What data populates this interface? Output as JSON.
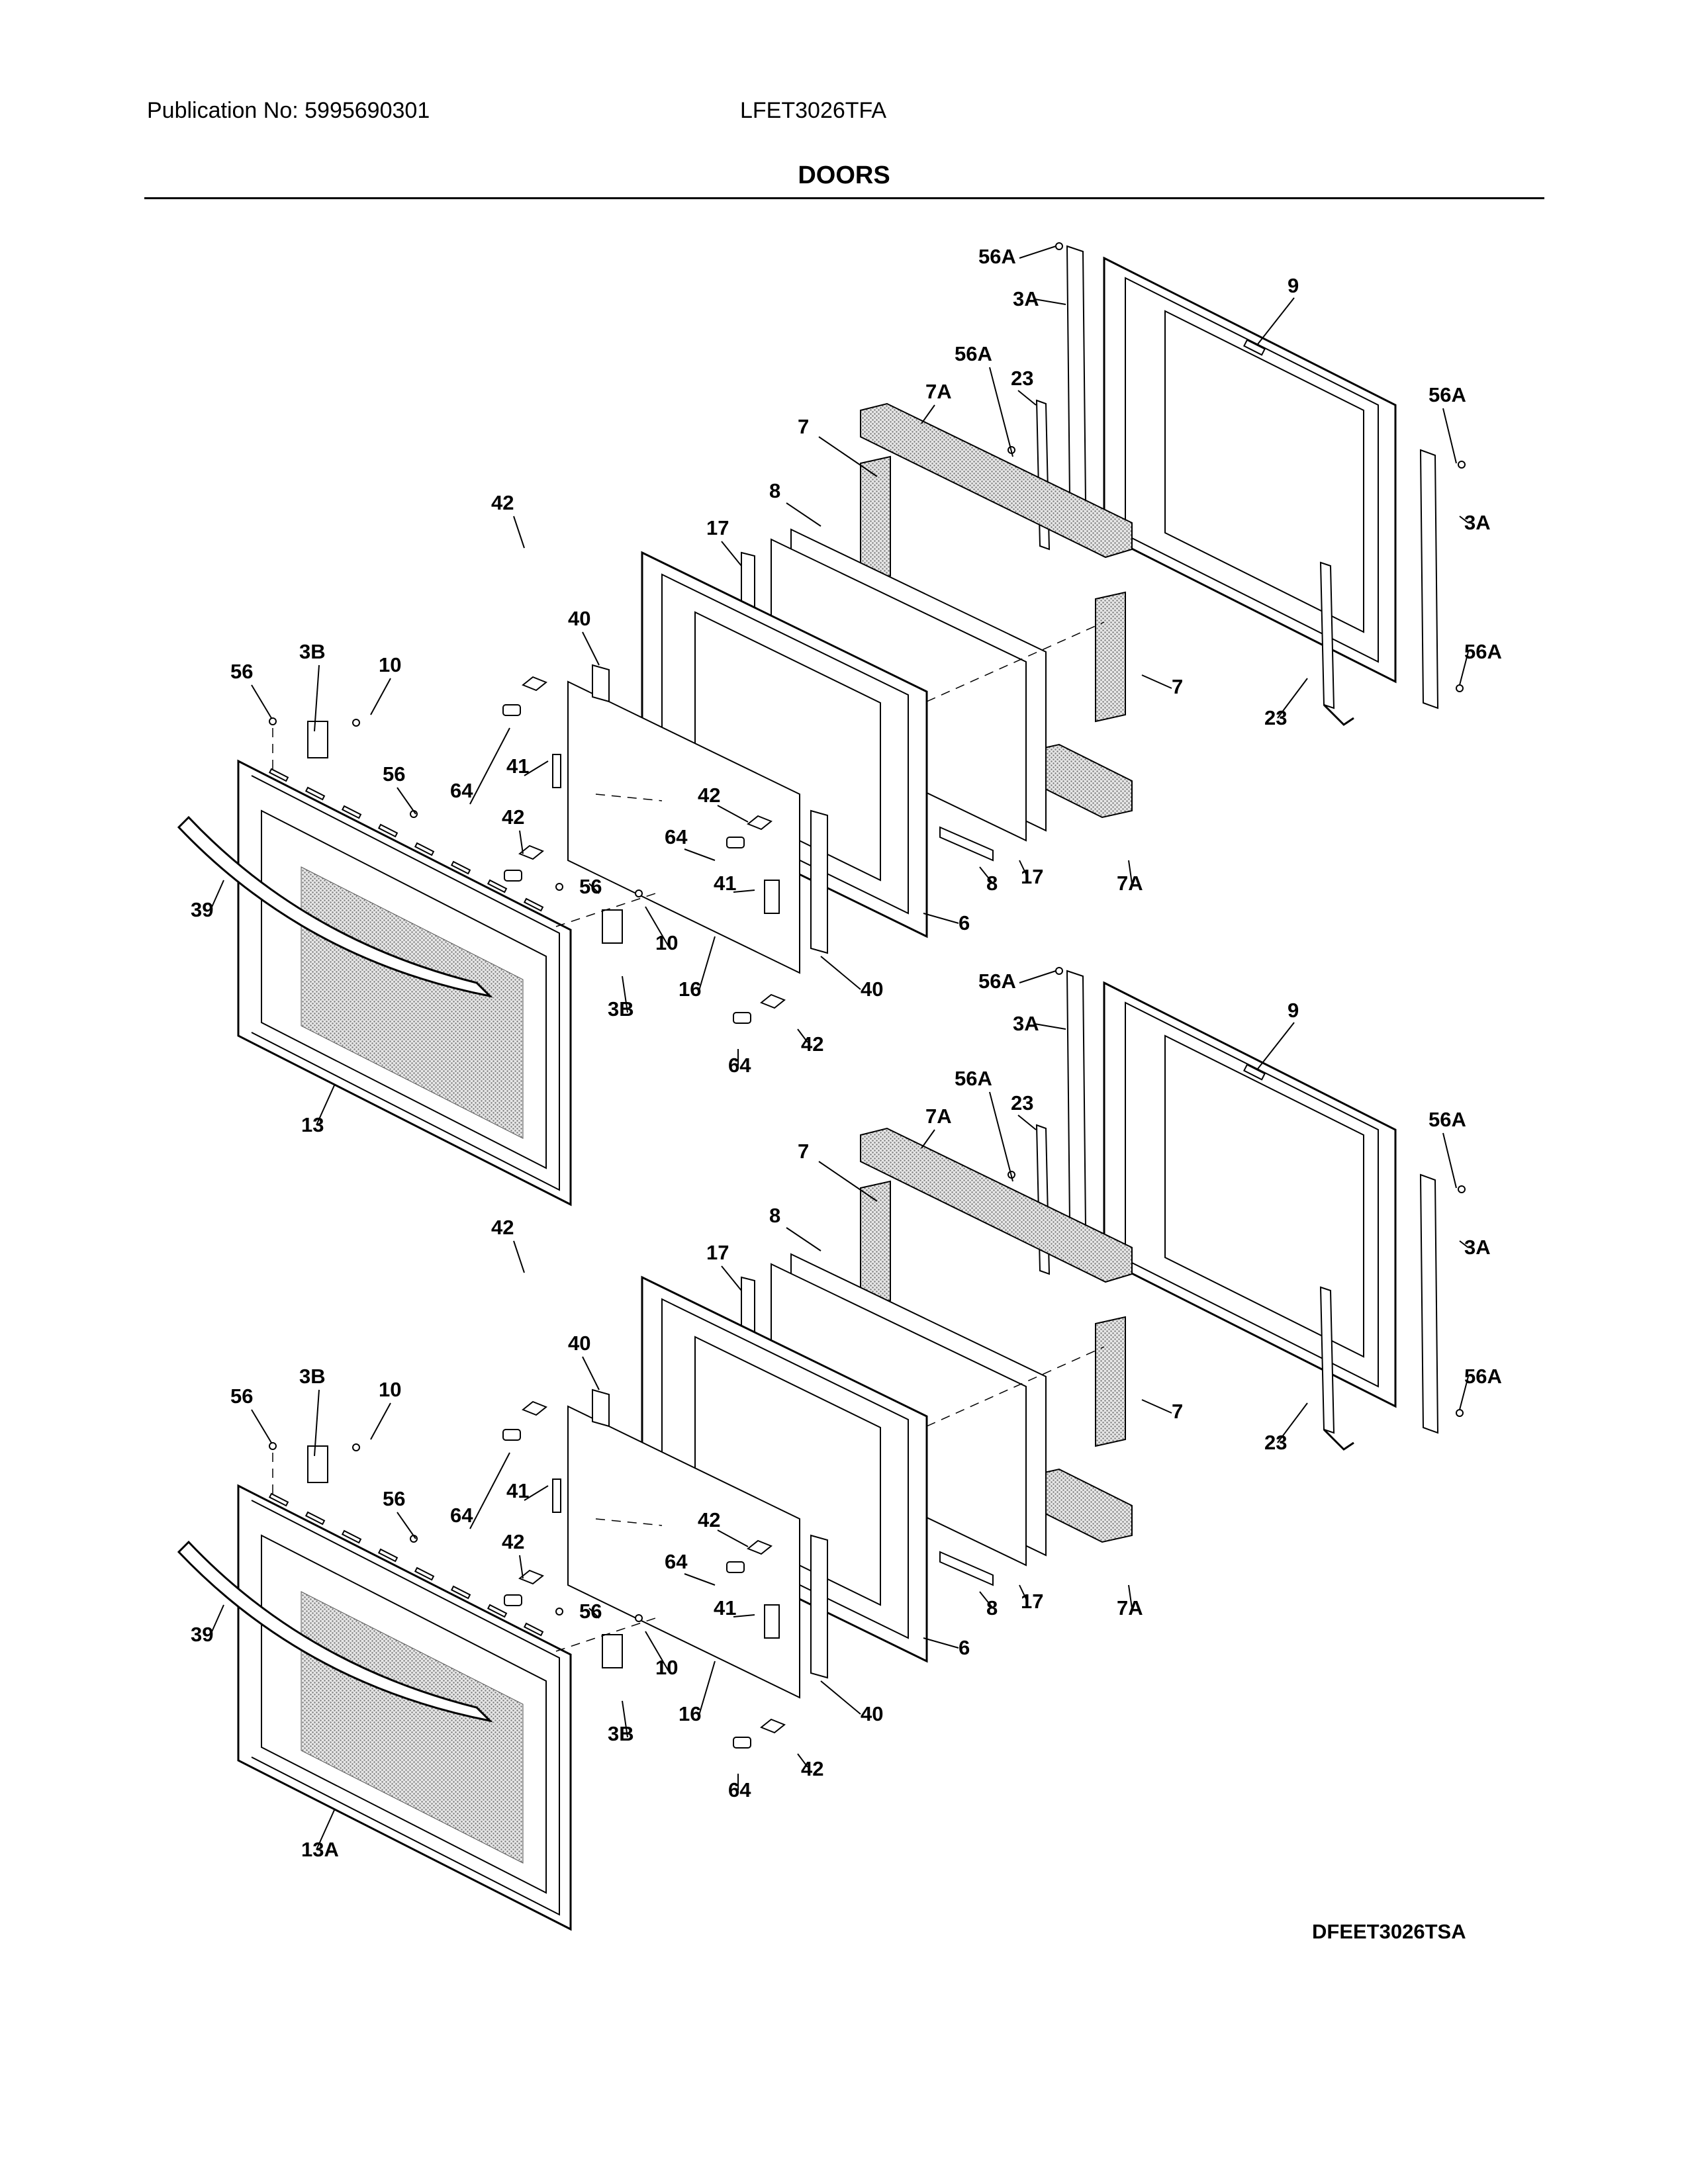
{
  "header": {
    "publication": "Publication No: 5995690301",
    "model": "LFET3026TFA",
    "section_title": "DOORS"
  },
  "diagram_code": "DFEET3026TSA",
  "upper_door": {
    "labels": [
      "56A",
      "3A",
      "9",
      "56A",
      "23",
      "7A",
      "56A",
      "3A",
      "7",
      "8",
      "17",
      "42",
      "40",
      "56",
      "3B",
      "10",
      "56",
      "64",
      "41",
      "42",
      "64",
      "42",
      "56",
      "10",
      "39",
      "41",
      "16",
      "3B",
      "40",
      "6",
      "8",
      "17",
      "7A",
      "7",
      "56A",
      "23",
      "42",
      "64",
      "13"
    ]
  },
  "lower_door": {
    "labels": [
      "56A",
      "3A",
      "9",
      "56A",
      "23",
      "7A",
      "56A",
      "3A",
      "7",
      "8",
      "17",
      "42",
      "40",
      "56",
      "3B",
      "10",
      "56",
      "64",
      "41",
      "42",
      "64",
      "42",
      "56",
      "10",
      "39",
      "41",
      "16",
      "3B",
      "40",
      "6",
      "8",
      "17",
      "7A",
      "7",
      "56A",
      "23",
      "42",
      "64",
      "13A"
    ]
  },
  "colors": {
    "line": "#000000",
    "screen": "#bdbdbd",
    "background": "#ffffff"
  }
}
